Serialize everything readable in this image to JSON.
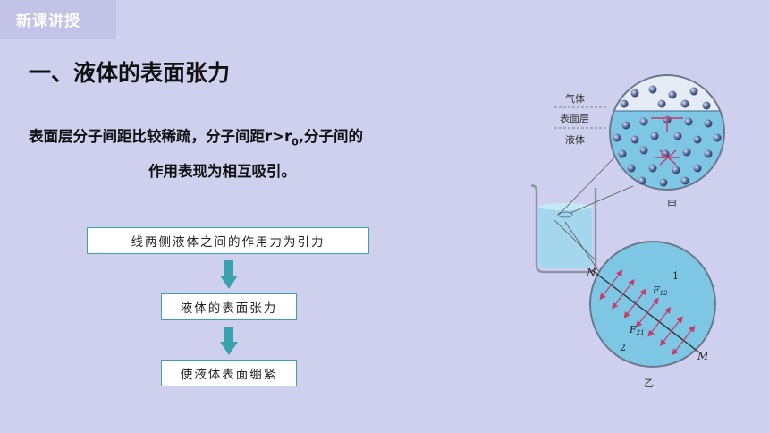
{
  "corner": {
    "label": "新课讲授"
  },
  "heading": {
    "text": "一、液体的表面张力"
  },
  "paragraph": {
    "line1": "表面层分子间距比较稀疏，分子间距r>r",
    "subscript": "0",
    "line1_tail": ",分子间的",
    "line2": "作用表现为相互吸引。"
  },
  "flow": {
    "step1": "线两侧液体之间的作用力为引力",
    "step2": "液体的表面张力",
    "step3": "使液体表面绷紧"
  },
  "figure": {
    "top_labels": {
      "gas": "气体",
      "surface": "表面层",
      "liquid": "液体"
    },
    "caption_top": "甲",
    "caption_bottom": "乙",
    "line_start": "N",
    "line_end": "M",
    "force_12": "F",
    "force_12_sub": "12",
    "force_21": "F",
    "force_21_sub": "21",
    "region_1": "1",
    "region_2": "2"
  },
  "colors": {
    "background": "#cfd0ee",
    "accent": "#39a2ae",
    "circle_fill": "#7dc7e4",
    "molecule": "#5a6fa0",
    "force_arrow": "#c83a6a"
  }
}
